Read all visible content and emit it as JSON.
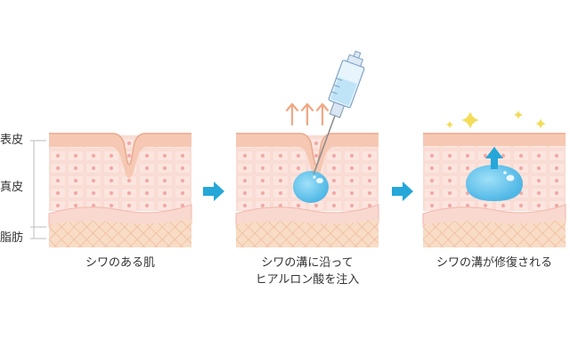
{
  "layers": {
    "epidermis": "表皮",
    "dermis": "真皮",
    "subcutaneous": "脂肪"
  },
  "steps": [
    {
      "caption": "シワのある肌"
    },
    {
      "caption_line1": "シワの溝に沿って",
      "caption_line2": "ヒアルロン酸を注入"
    },
    {
      "caption": "シワの溝が修復される"
    }
  ],
  "colors": {
    "skin_top": "#f6c8b3",
    "dermis": "#fbe5de",
    "cell_border": "#f5c9c0",
    "cell_dot": "#f2a4a4",
    "fat": "#f8dcc6",
    "fat_grid": "#f2b796",
    "filler": "#6cc6ee",
    "arrow": "#25a7d9",
    "up_arrows": "#f0a883",
    "sparkle": "#f3dc5a"
  },
  "icons": [
    "syringe-icon",
    "sparkle-icon",
    "arrow-right-icon",
    "arrow-up-icon"
  ]
}
